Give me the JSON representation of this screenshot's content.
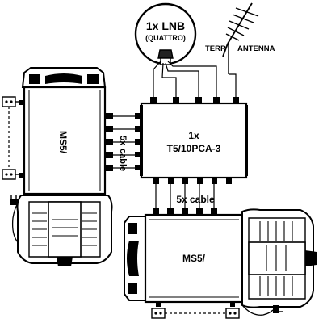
{
  "lnb": {
    "line1": "1x LNB",
    "line2": "(QUATTRO)"
  },
  "antenna": {
    "label_terr": "TERR",
    "label_antenna": "ANTENNA"
  },
  "amplifier": {
    "line1": "1x",
    "line2": "T5/10PCA-3"
  },
  "multiswitch_left": {
    "label": "MS5/"
  },
  "multiswitch_bottom": {
    "label": "MS5/"
  },
  "cable_right": {
    "line1": "5x",
    "line2": "cable"
  },
  "cable_bottom": {
    "label": "5x cable"
  },
  "colors": {
    "stroke": "#000000",
    "fill": "#ffffff"
  }
}
